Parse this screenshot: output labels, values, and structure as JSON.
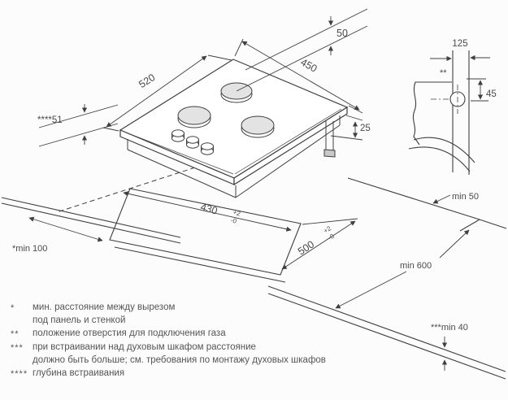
{
  "diagram": {
    "hob": {
      "width": "520",
      "depth": "450",
      "burner_to_edge": "50",
      "body_height": "25",
      "install_depth": "****51"
    },
    "cutout": {
      "width": "430",
      "depth": "500",
      "tol_plus": "+2",
      "tol_minus": "-0"
    },
    "clearances": {
      "side_wall": "*min 100",
      "rear": "min 50",
      "worktop_depth": "min 600",
      "under_hob": "***min 40"
    },
    "detail": {
      "width": "125",
      "hole_offset": "45",
      "marker": "**"
    }
  },
  "legend": {
    "items": [
      {
        "marker": "*",
        "lines": [
          "мин. расстояние между вырезом",
          "под панель и стенкой"
        ]
      },
      {
        "marker": "**",
        "lines": [
          "положение отверстия для подключения газа"
        ]
      },
      {
        "marker": "***",
        "lines": [
          "при встраивании над духовым шкафом расстояние",
          "должно быть больше; см. требования по монтажу духовых шкафов"
        ]
      },
      {
        "marker": "****",
        "lines": [
          "глубина встраивания"
        ]
      }
    ]
  }
}
